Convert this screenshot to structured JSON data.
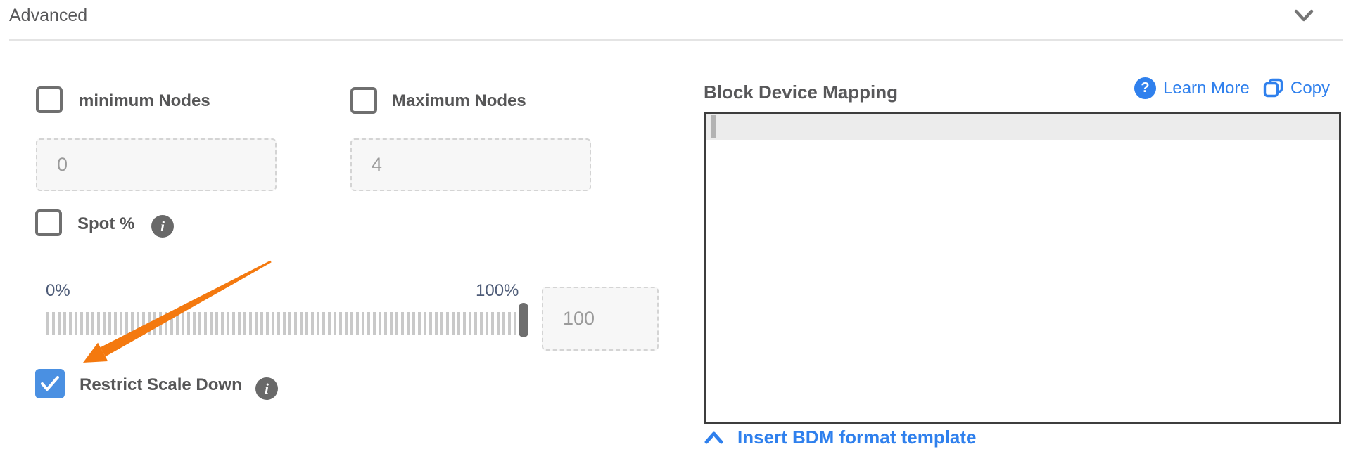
{
  "panel": {
    "title": "Advanced"
  },
  "form": {
    "minimum_nodes": {
      "label": "minimum Nodes",
      "checked": false,
      "value": "0"
    },
    "maximum_nodes": {
      "label": "Maximum Nodes",
      "checked": false,
      "value": "4"
    },
    "spot": {
      "label": "Spot %",
      "checked": false
    },
    "spot_slider": {
      "min_label": "0%",
      "max_label": "100%",
      "value": "100",
      "position_pct": 100
    },
    "restrict_scale_down": {
      "label": "Restrict Scale Down",
      "checked": true
    }
  },
  "bdm": {
    "title": "Block Device Mapping",
    "learn_more_label": "Learn More",
    "copy_label": "Copy",
    "editor_value": "",
    "insert_template_label": "Insert BDM format template"
  },
  "icons": {
    "header": "chevron-down-icon",
    "spot_info": "info-icon",
    "restrict_info": "info-icon",
    "learn_more": "question-circle-icon",
    "copy": "copy-icon",
    "insert_template": "chevron-up-icon",
    "annotation": "orange-arrow-annotation"
  },
  "colors": {
    "link_blue": "#2f80ed",
    "checkbox_blue": "#4a90e2",
    "arrow_orange": "#f4790f",
    "label_gray": "#565657",
    "slider_label_blue": "#4d5b77",
    "editor_border": "#3d3d3d",
    "active_line_bg": "#ececec"
  }
}
